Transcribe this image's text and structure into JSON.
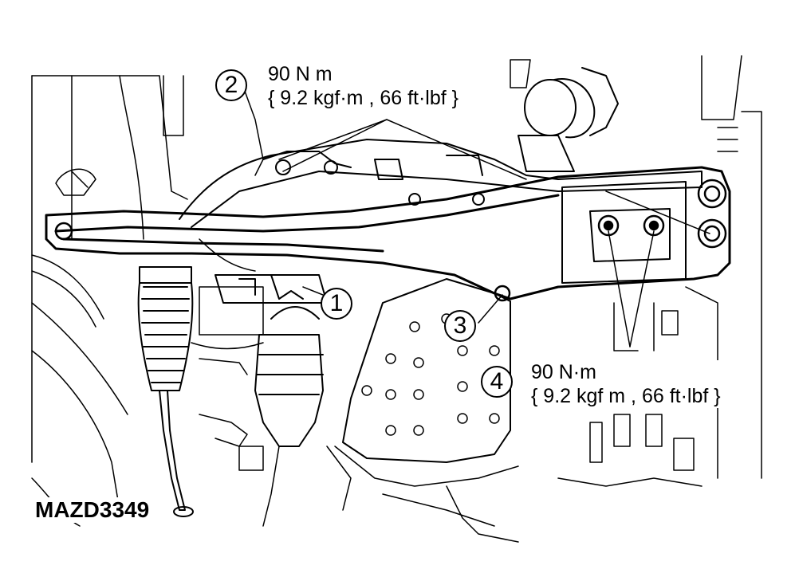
{
  "callouts": {
    "c1": "1",
    "c2": "2",
    "c3": "3",
    "c4": "4"
  },
  "torque_top": {
    "value": "90 N m",
    "spec": "{ 9.2 kgf·m , 66 ft·lbf }"
  },
  "torque_right": {
    "value": "90 N·m",
    "spec": "{ 9.2 kgf m , 66 ft·lbf }"
  },
  "figure_code": "MAZD3349",
  "colors": {
    "line": "#000000",
    "background": "#ffffff"
  }
}
